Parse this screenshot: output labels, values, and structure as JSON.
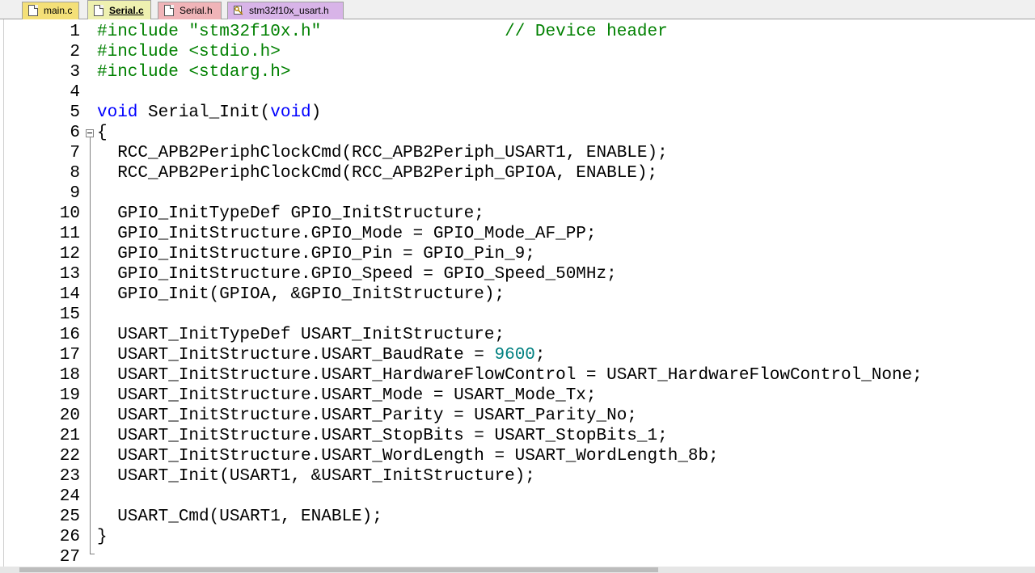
{
  "tabs": [
    {
      "label": "main.c",
      "icon": "file-icon"
    },
    {
      "label": "Serial.c",
      "icon": "file-icon",
      "active": true
    },
    {
      "label": "Serial.h",
      "icon": "file-icon"
    },
    {
      "label": "stm32f10x_usart.h",
      "icon": "key-file-icon"
    }
  ],
  "colors": {
    "keyword": "#0000ff",
    "preprocessor": "#008000",
    "string": "#800000",
    "number": "#008080",
    "comment": "#008000"
  },
  "lines": [
    {
      "num": "1",
      "code": "#include \"stm32f10x.h\"                  // Device header"
    },
    {
      "num": "2",
      "code": "#include <stdio.h>"
    },
    {
      "num": "3",
      "code": "#include <stdarg.h>"
    },
    {
      "num": "4",
      "code": ""
    },
    {
      "num": "5",
      "code": "void Serial_Init(void)"
    },
    {
      "num": "6",
      "code": "{"
    },
    {
      "num": "7",
      "code": "  RCC_APB2PeriphClockCmd(RCC_APB2Periph_USART1, ENABLE);"
    },
    {
      "num": "8",
      "code": "  RCC_APB2PeriphClockCmd(RCC_APB2Periph_GPIOA, ENABLE);"
    },
    {
      "num": "9",
      "code": ""
    },
    {
      "num": "10",
      "code": "  GPIO_InitTypeDef GPIO_InitStructure;"
    },
    {
      "num": "11",
      "code": "  GPIO_InitStructure.GPIO_Mode = GPIO_Mode_AF_PP;"
    },
    {
      "num": "12",
      "code": "  GPIO_InitStructure.GPIO_Pin = GPIO_Pin_9;"
    },
    {
      "num": "13",
      "code": "  GPIO_InitStructure.GPIO_Speed = GPIO_Speed_50MHz;"
    },
    {
      "num": "14",
      "code": "  GPIO_Init(GPIOA, &GPIO_InitStructure);"
    },
    {
      "num": "15",
      "code": ""
    },
    {
      "num": "16",
      "code": "  USART_InitTypeDef USART_InitStructure;"
    },
    {
      "num": "17",
      "code": "  USART_InitStructure.USART_BaudRate = 9600;"
    },
    {
      "num": "18",
      "code": "  USART_InitStructure.USART_HardwareFlowControl = USART_HardwareFlowControl_None;"
    },
    {
      "num": "19",
      "code": "  USART_InitStructure.USART_Mode = USART_Mode_Tx;"
    },
    {
      "num": "20",
      "code": "  USART_InitStructure.USART_Parity = USART_Parity_No;"
    },
    {
      "num": "21",
      "code": "  USART_InitStructure.USART_StopBits = USART_StopBits_1;"
    },
    {
      "num": "22",
      "code": "  USART_InitStructure.USART_WordLength = USART_WordLength_8b;"
    },
    {
      "num": "23",
      "code": "  USART_Init(USART1, &USART_InitStructure);"
    },
    {
      "num": "24",
      "code": ""
    },
    {
      "num": "25",
      "code": "  USART_Cmd(USART1, ENABLE);"
    },
    {
      "num": "26",
      "code": "}"
    },
    {
      "num": "27",
      "code": ""
    }
  ]
}
